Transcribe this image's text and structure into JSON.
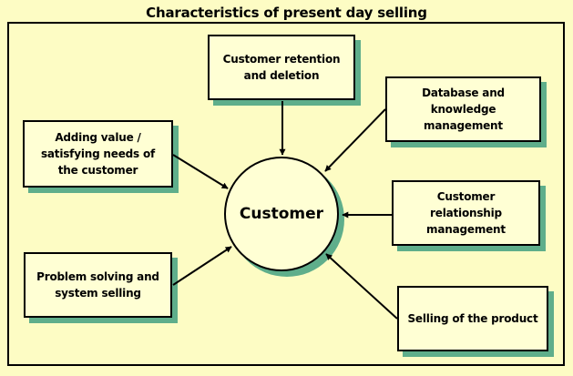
{
  "title": "Characteristics of present day selling",
  "center": "Customer",
  "boxes": {
    "retention": "Customer retention and deletion",
    "database": "Database and knowledge management",
    "adding_value": "Adding value / satisfying needs of the customer",
    "crm": "Customer relationship management",
    "problem_solving": "Problem solving and system selling",
    "selling_product": "Selling of the product"
  },
  "colors": {
    "background": "#fdfcc4",
    "box_fill": "#ffffd4",
    "shadow": "#5fae8b",
    "border": "#000000"
  }
}
